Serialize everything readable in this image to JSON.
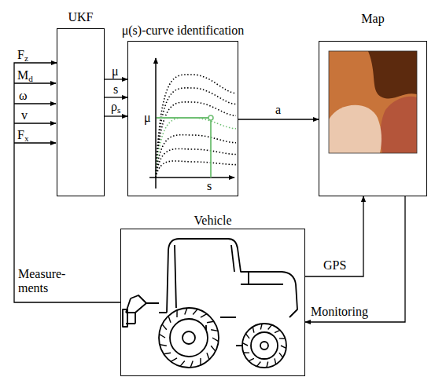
{
  "diagram": {
    "nodes": [
      {
        "text": [
          "UKF"
        ]
      },
      {
        "text": [
          "μ(s)-curve identification"
        ]
      },
      {
        "text": [
          "Map"
        ]
      },
      {
        "text": [
          "Vehicle"
        ]
      }
    ],
    "edges": [
      {
        "from": 0,
        "to": 1,
        "arrow": "to",
        "label": "μ"
      },
      {
        "from": 0,
        "to": 1,
        "arrow": "to",
        "label": "s"
      },
      {
        "from": 0,
        "to": 1,
        "arrow": "to",
        "label": "ρs"
      },
      {
        "from": 1,
        "to": 2,
        "arrow": "to",
        "label": "a"
      },
      {
        "from": 3,
        "to": 2,
        "arrow": "to",
        "label": "GPS"
      },
      {
        "from": 2,
        "to": 3,
        "arrow": "to",
        "label": "Monitoring"
      },
      {
        "from": 3,
        "to": 0,
        "arrow": "to",
        "label": "Measure- ments"
      }
    ],
    "labels": [
      "Fz",
      "Md",
      "ω",
      "v",
      "Fx",
      "μ",
      "s"
    ]
  }
}
